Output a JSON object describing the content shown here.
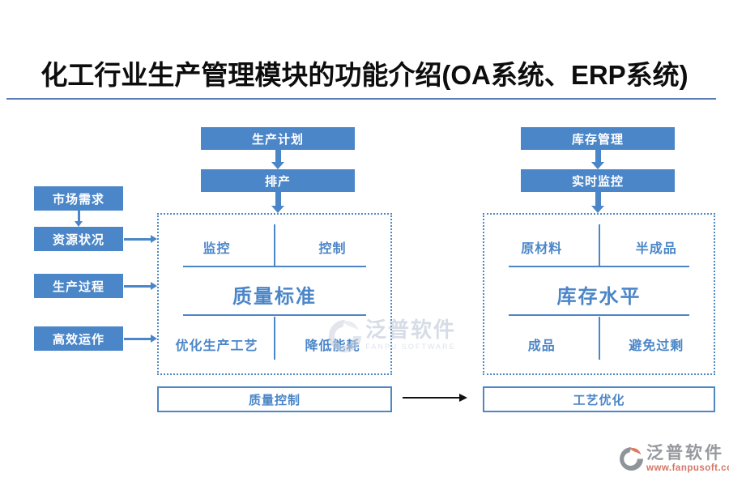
{
  "title": "化工行业生产管理模块的功能介绍(OA系统、ERP系统)",
  "colors": {
    "primary_blue": "#4b86c8",
    "title_rule": "#5b7cb5",
    "black_arrow": "#111111",
    "logo_gray": "#97999e",
    "logo_red": "#d57562",
    "watermark_gray": "#c3cdda"
  },
  "left_inputs": {
    "items": [
      {
        "label": "市场需求"
      },
      {
        "label": "资源状况"
      },
      {
        "label": "生产过程"
      },
      {
        "label": "高效运作"
      }
    ]
  },
  "production_flow": {
    "steps": [
      {
        "label": "生产计划"
      },
      {
        "label": "排产"
      }
    ]
  },
  "inventory_flow": {
    "steps": [
      {
        "label": "库存管理"
      },
      {
        "label": "实时监控"
      }
    ]
  },
  "quality_panel": {
    "top_left": "监控",
    "top_right": "控制",
    "center": "质量标准",
    "bottom_left": "优化生产工艺",
    "bottom_right": "降低能耗"
  },
  "inventory_panel": {
    "top_left": "原材料",
    "top_right": "半成品",
    "center": "库存水平",
    "bottom_left": "成品",
    "bottom_right": "避免过剩"
  },
  "bottom_flow": {
    "left": "质量控制",
    "right": "工艺优化"
  },
  "watermark": {
    "name": "泛普软件",
    "subtitle": "FANPU SOFTWARE"
  },
  "logo": {
    "name": "泛普软件",
    "url": "www.fanpusoft.com"
  }
}
